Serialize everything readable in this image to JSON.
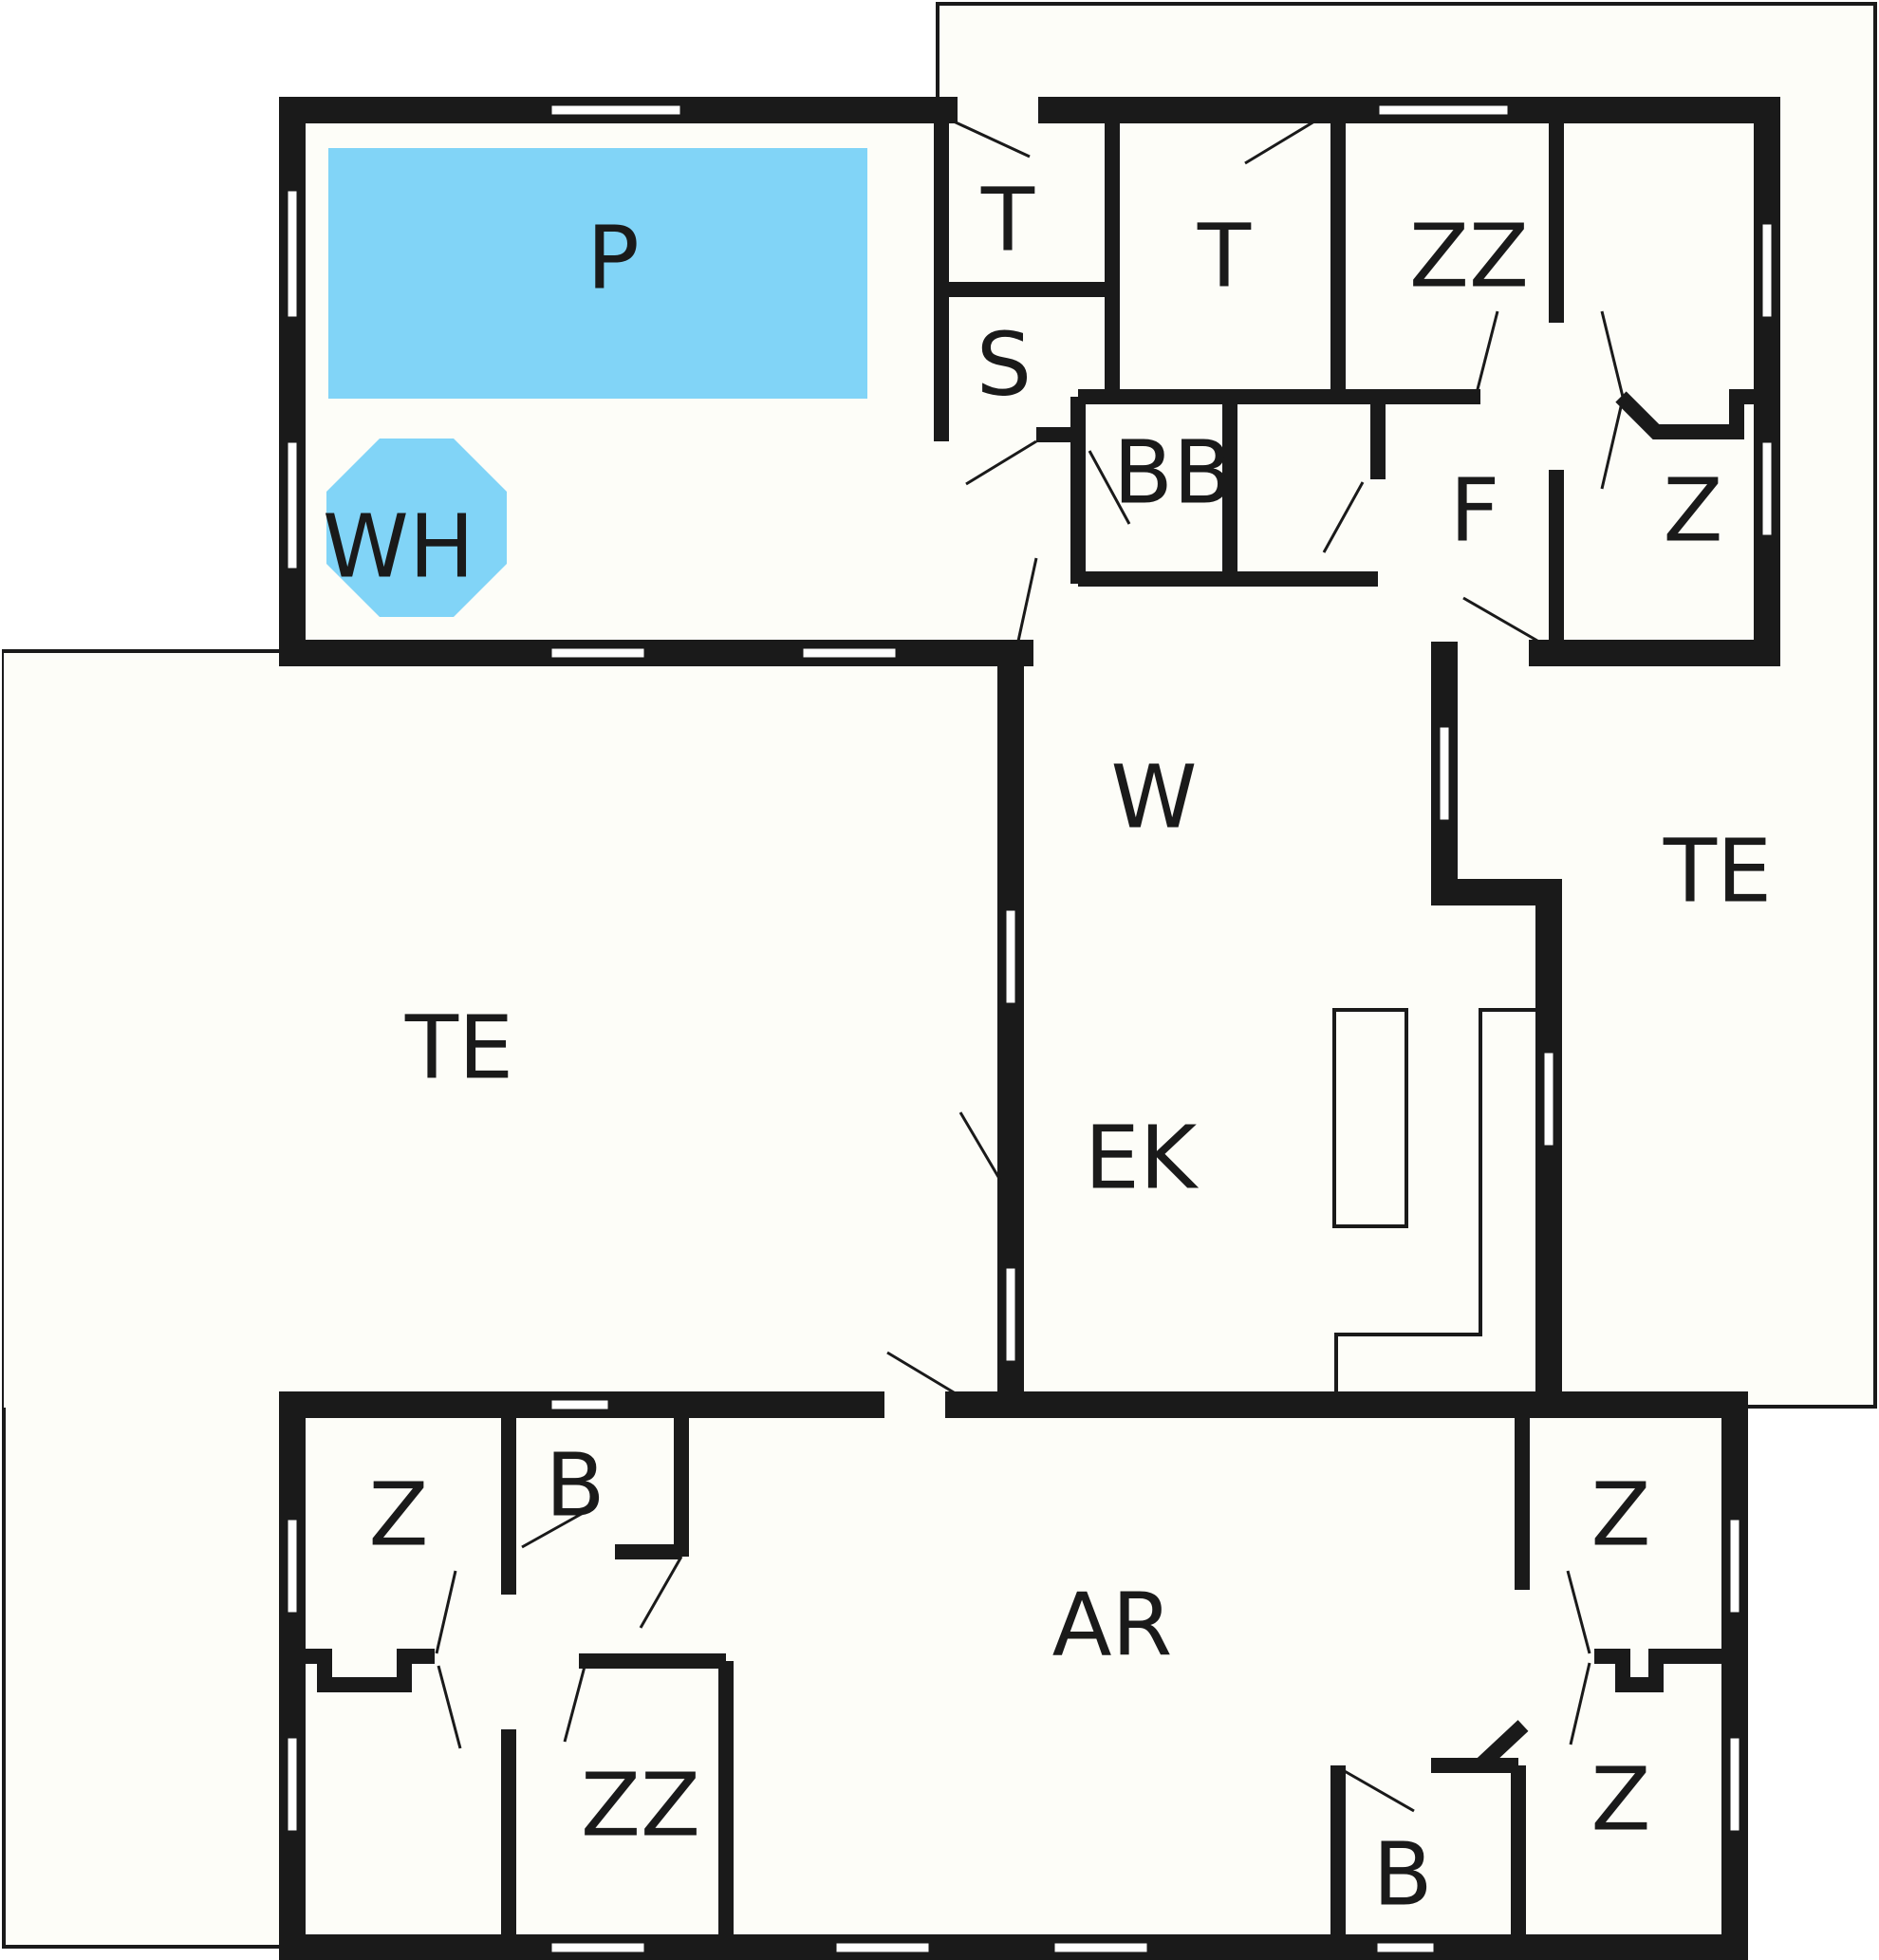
{
  "colors": {
    "floor": "#fdfdf8",
    "wall": "#1a1a1a",
    "water": "#81d4f7",
    "window": "#ffffff"
  },
  "rooms": {
    "pool": "P",
    "whirlpool": "WH",
    "toilet_1": "T",
    "toilet_2": "T",
    "sauna": "S",
    "double_room_top": "ZZ",
    "shower_bath": "BB",
    "hallway": "F",
    "bedroom_top": "Z",
    "living_room": "W",
    "terrace_left": "TE",
    "terrace_right": "TE",
    "dining_kitchen": "EK",
    "activity_room": "AR",
    "bedroom_bottom_left": "Z",
    "bathroom_bottom_left": "B",
    "double_room_bottom": "ZZ",
    "bedroom_bottom_right_1": "Z",
    "bedroom_bottom_right_2": "Z",
    "bathroom_bottom_right": "B"
  }
}
